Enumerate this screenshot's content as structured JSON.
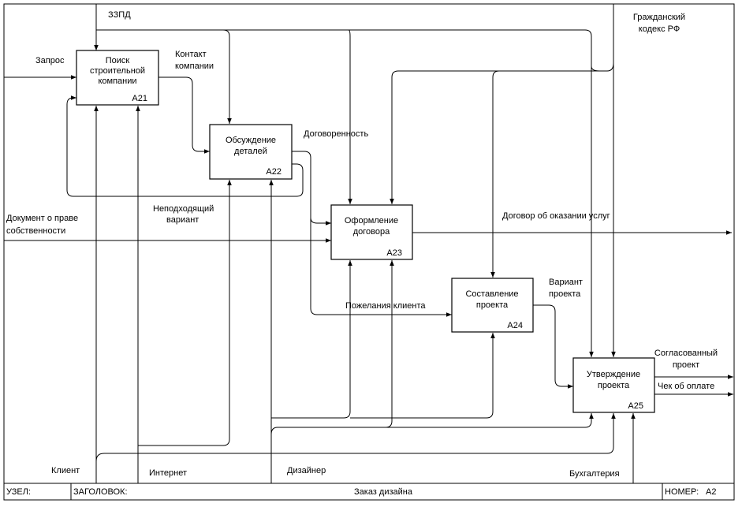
{
  "boxes": [
    {
      "id": "A21",
      "lines": [
        "Поиск",
        "строительной",
        "компании"
      ],
      "code": "A21"
    },
    {
      "id": "A22",
      "lines": [
        "Обсуждение",
        "деталей"
      ],
      "code": "A22"
    },
    {
      "id": "A23",
      "lines": [
        "Оформление",
        "договора"
      ],
      "code": "A23"
    },
    {
      "id": "A24",
      "lines": [
        "Составление",
        "проекта"
      ],
      "code": "A24"
    },
    {
      "id": "A25",
      "lines": [
        "Утверждение",
        "проекта"
      ],
      "code": "A25"
    }
  ],
  "arrow_labels": {
    "zzpd": "ЗЗПД",
    "civil_code": [
      "Гражданский",
      "кодекс РФ"
    ],
    "request": "Запрос",
    "company_contact": [
      "Контакт",
      "компании"
    ],
    "agreement": "Договоренность",
    "unsuitable_option": [
      "Неподходящий",
      "вариант"
    ],
    "ownership_document": [
      "Документ о праве",
      "собственности"
    ],
    "service_contract": "Договор об оказании услуг",
    "design_option": [
      "Вариант",
      "проекта"
    ],
    "client_wishes": "Пожелания клиента",
    "approved_project": [
      "Согласованный",
      "проект"
    ],
    "payment_check": "Чек об оплате",
    "client": "Клиент",
    "internet": "Интернет",
    "designer": "Дизайнер",
    "accounting": "Бухгалтерия"
  },
  "footer": {
    "node_label": "УЗЕЛ:",
    "title_label": "ЗАГОЛОВОК:",
    "title": "Заказ дизайна",
    "number_label": "НОМЕР:",
    "number": "A2"
  }
}
